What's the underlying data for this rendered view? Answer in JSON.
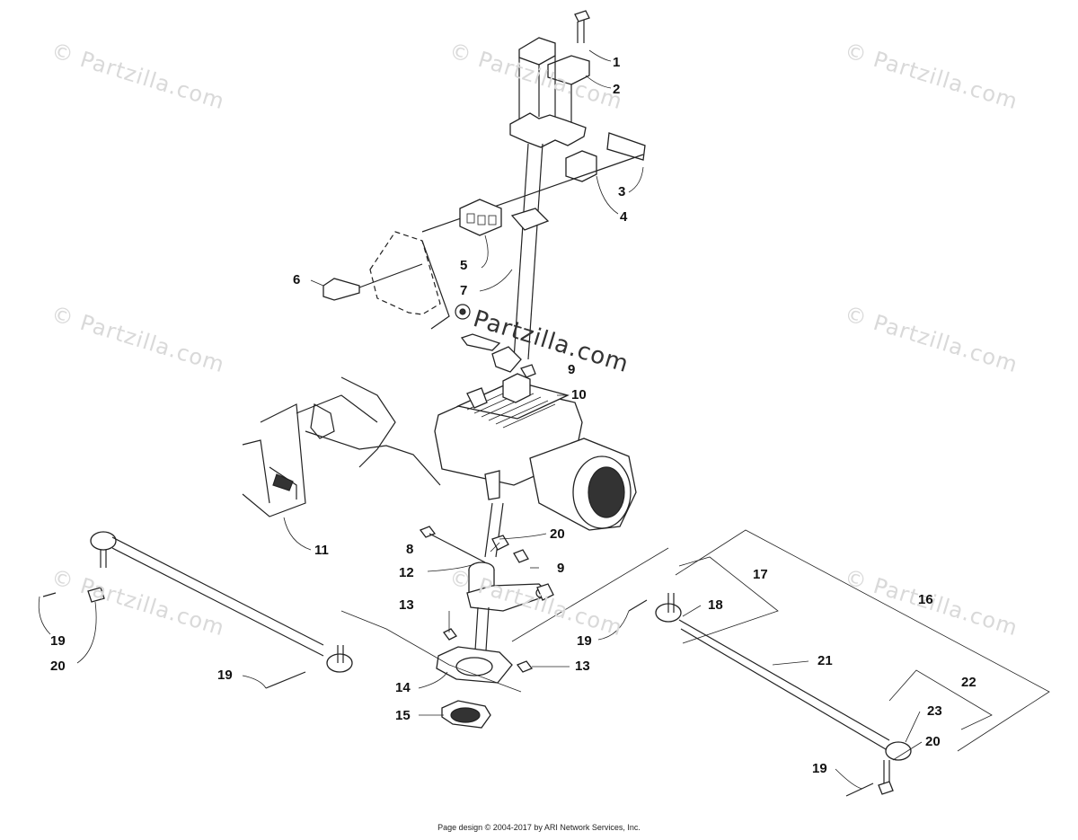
{
  "watermark": {
    "text": "© Partzilla.com",
    "center_text": "Partzilla.com"
  },
  "callouts": [
    "1",
    "2",
    "3",
    "4",
    "5",
    "6",
    "7",
    "9",
    "10",
    "11",
    "8",
    "20",
    "12",
    "9",
    "13",
    "13",
    "14",
    "15",
    "19",
    "20",
    "19",
    "19",
    "17",
    "18",
    "16",
    "21",
    "22",
    "23",
    "20",
    "19"
  ],
  "footer": "Page design © 2004-2017 by ARI Network Services, Inc."
}
